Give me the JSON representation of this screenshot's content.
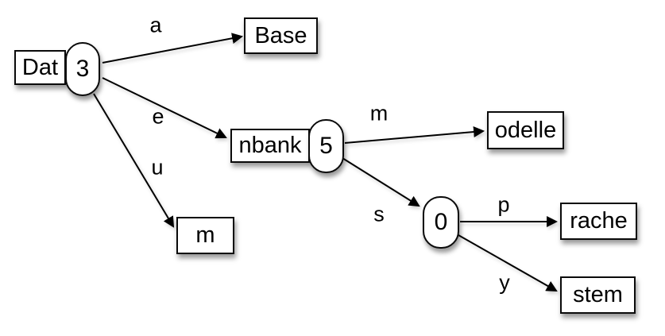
{
  "diagram": {
    "kind": "trie",
    "colors": {
      "background": "#ffffff",
      "node_fill": "#ffffff",
      "stroke": "#000000",
      "text": "#000000"
    },
    "nodes": {
      "dat": {
        "label": "Dat",
        "count": "3"
      },
      "base": {
        "label": "Base"
      },
      "nbank": {
        "label": "nbank",
        "count": "5"
      },
      "m": {
        "label": "m"
      },
      "odelle": {
        "label": "odelle"
      },
      "zero": {
        "count": "0"
      },
      "rache": {
        "label": "rache"
      },
      "stem": {
        "label": "stem"
      }
    },
    "edges": [
      {
        "label": "a",
        "from": "dat",
        "to": "base"
      },
      {
        "label": "e",
        "from": "dat",
        "to": "nbank"
      },
      {
        "label": "u",
        "from": "dat",
        "to": "m"
      },
      {
        "label": "m",
        "from": "nbank",
        "to": "odelle"
      },
      {
        "label": "s",
        "from": "nbank",
        "to": "zero"
      },
      {
        "label": "p",
        "from": "zero",
        "to": "rache"
      },
      {
        "label": "y",
        "from": "zero",
        "to": "stem"
      }
    ]
  }
}
